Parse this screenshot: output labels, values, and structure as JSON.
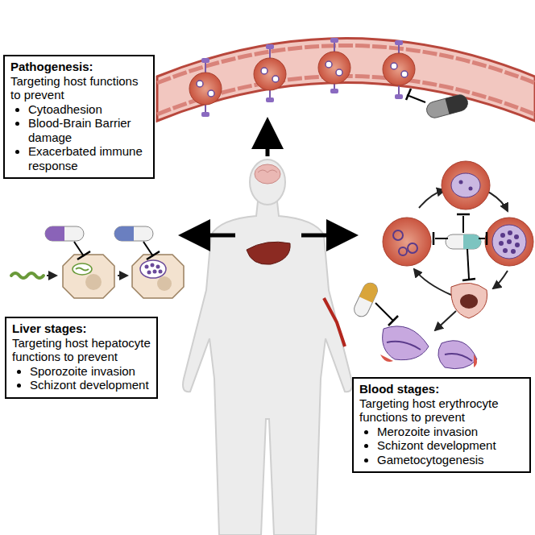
{
  "diagram": {
    "nodes": [
      {
        "text": [
          "Pathogenesis:",
          "Targeting host functions to prevent",
          "Cytoadhesion",
          "Blood-Brain Barrier damage",
          "Exacerbated immune response"
        ]
      },
      {
        "text": [
          "Liver stages:",
          "Targeting host hepatocyte functions to prevent",
          "Sporozoite invasion",
          "Schizont development"
        ]
      },
      {
        "text": [
          "Blood stages:",
          "Targeting host erythrocyte functions to prevent",
          "Merozoite invasion",
          "Schizont development",
          "Gametocytogenesis"
        ]
      }
    ]
  }
}
